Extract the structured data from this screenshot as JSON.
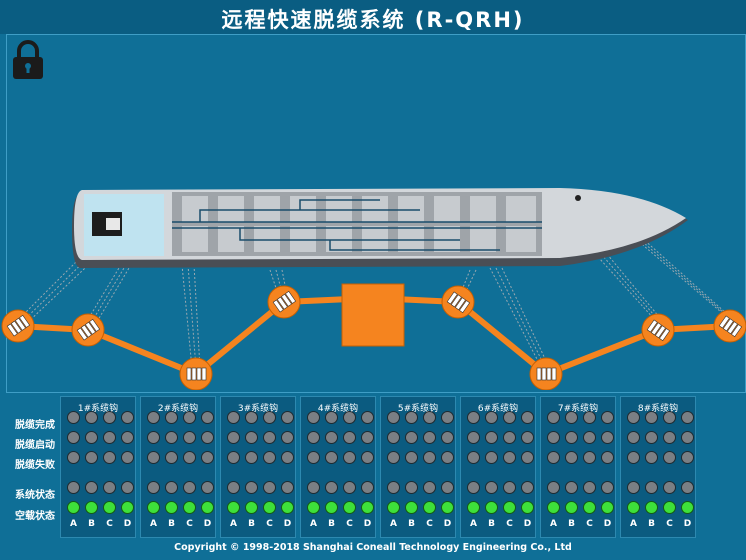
{
  "header": {
    "title": "远程快速脱缆系统 (R-QRH)"
  },
  "row_labels": [
    "脱缆完成",
    "脱缆启动",
    "脱缆失败",
    "系统状态",
    "空载状态"
  ],
  "groups": [
    {
      "name": "1#系缆钩"
    },
    {
      "name": "2#系缆钩"
    },
    {
      "name": "3#系缆钩"
    },
    {
      "name": "4#系缆钩"
    },
    {
      "name": "5#系缆钩"
    },
    {
      "name": "6#系缆钩"
    },
    {
      "name": "7#系缆钩"
    },
    {
      "name": "8#系缆钩"
    }
  ],
  "channel_letters": [
    "A",
    "B",
    "C",
    "D"
  ],
  "indicator_states": {
    "脱缆完成": "off",
    "脱缆启动": "off",
    "脱缆失败": "off",
    "系统状态": "off",
    "空载状态": "on"
  },
  "colors": {
    "background": "#0f6f97",
    "led_off": "#7b7f84",
    "led_on": "#3ee03a",
    "hook_orange": "#f5841f"
  },
  "footer": {
    "copyright": "Copyright © 1998-2018 Shanghai Coneall Technology Engineering Co., Ltd"
  }
}
